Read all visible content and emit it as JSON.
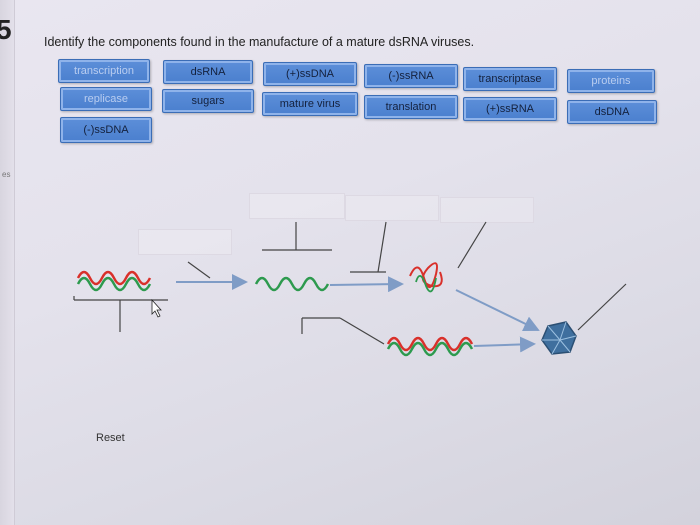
{
  "question": {
    "number": "5",
    "prompt": "Identify the components found in the manufacture of a mature dsRNA viruses.",
    "side_label": "es"
  },
  "answer_chips": {
    "row1": [
      "transcription",
      "dsRNA",
      "(+)ssDNA",
      "(-)ssRNA",
      "transcriptase",
      "proteins"
    ],
    "row2": [
      "replicase",
      "sugars",
      "mature virus",
      "translation",
      "(+)ssRNA",
      "dsDNA"
    ],
    "row3": [
      "(-)ssDNA"
    ]
  },
  "controls": {
    "reset_label": "Reset"
  },
  "colors": {
    "chip_blue": "#4f84d3",
    "strand_red": "#d9302a",
    "strand_green": "#2d9a4e",
    "arrow_gray": "#5b7fb0",
    "virus_blue": "#3f6f9e"
  }
}
